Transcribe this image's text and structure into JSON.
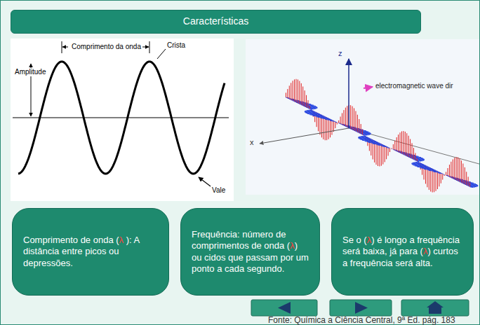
{
  "diagram": {
    "title": "Características",
    "nodes": [
      {
        "text": [
          "Características"
        ]
      },
      {
        "text": [
          "Comprimento de onda (λ ): A distância entre picos ou depressões."
        ]
      },
      {
        "text": [
          "Frequência: número de comprimentos de onda (λ) ou cidos que passam por um ponto a cada segundo."
        ]
      },
      {
        "text": [
          "Se o (λ) é longo a frequência será baixa, já para (λ) curtos a frequência será alta."
        ]
      }
    ],
    "labels": [
      "Comprimento da onda",
      "Crista",
      "Amplitude",
      "Vale",
      "z",
      "x",
      "electromagnetic wave dir",
      "Fonte: Química a Ciência Central, 9ª Ed. pág. 183"
    ]
  }
}
